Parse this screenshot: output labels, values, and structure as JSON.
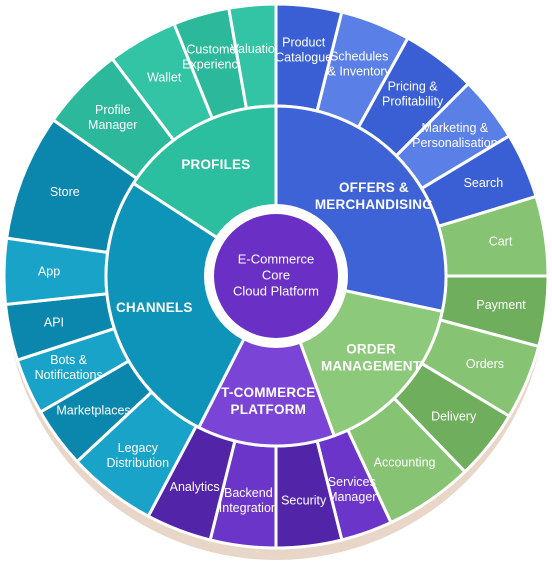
{
  "core": {
    "lines": [
      "E-Commerce",
      "Core",
      "Cloud Platform"
    ],
    "color": "#6a2fc4",
    "ring_color": "#ffffff"
  },
  "groups": [
    {
      "id": "profiles",
      "label_lines": [
        "PROFILES"
      ],
      "inner_color": "#2bbf9f",
      "outer_colors": [
        "#2cb89a",
        "#32c4a4"
      ],
      "items": [
        {
          "lines": [
            "Profile",
            "Manager"
          ]
        },
        {
          "lines": [
            "Wallet"
          ]
        },
        {
          "lines": [
            "Customer",
            "Experience"
          ]
        },
        {
          "lines": [
            "Valuation"
          ]
        }
      ]
    },
    {
      "id": "offers",
      "label_lines": [
        "OFFERS &",
        "MERCHANDISING"
      ],
      "inner_color": "#3d63d6",
      "outer_colors": [
        "#3a5fd4",
        "#5a7fe6"
      ],
      "items": [
        {
          "lines": [
            "Product",
            "Catalogue"
          ]
        },
        {
          "lines": [
            "Schedules",
            "& Inventory"
          ]
        },
        {
          "lines": [
            "Pricing &",
            "Profitability"
          ]
        },
        {
          "lines": [
            "Marketing &",
            "Personalisation"
          ]
        },
        {
          "lines": [
            "Search"
          ]
        }
      ]
    },
    {
      "id": "orders",
      "label_lines": [
        "ORDER",
        "MANAGEMENT"
      ],
      "inner_color": "#8cc97a",
      "outer_colors": [
        "#86c373",
        "#6fae5c"
      ],
      "items": [
        {
          "lines": [
            "Cart"
          ]
        },
        {
          "lines": [
            "Payment"
          ]
        },
        {
          "lines": [
            "Orders"
          ]
        },
        {
          "lines": [
            "Delivery"
          ]
        },
        {
          "lines": [
            "Accounting"
          ]
        }
      ]
    },
    {
      "id": "tcommerce",
      "label_lines": [
        "T-COMMERCE",
        "PLATFORM"
      ],
      "inner_color": "#7a45d6",
      "outer_colors": [
        "#6b35c9",
        "#5224a8"
      ],
      "items": [
        {
          "lines": [
            "Services",
            "Manager"
          ]
        },
        {
          "lines": [
            "Security"
          ]
        },
        {
          "lines": [
            "Backend",
            "Integration"
          ]
        },
        {
          "lines": [
            "Analytics"
          ]
        }
      ]
    },
    {
      "id": "channels",
      "label_lines": [
        "CHANNELS"
      ],
      "inner_color": "#0e94b8",
      "outer_colors": [
        "#1aa3c8",
        "#0b86ad"
      ],
      "items": [
        {
          "lines": [
            "Legacy",
            "Distribution"
          ]
        },
        {
          "lines": [
            "Marketplaces"
          ]
        },
        {
          "lines": [
            "Bots &",
            "Notifications"
          ]
        },
        {
          "lines": [
            "API"
          ]
        },
        {
          "lines": [
            "App"
          ]
        },
        {
          "lines": [
            "Store"
          ]
        }
      ]
    }
  ]
}
